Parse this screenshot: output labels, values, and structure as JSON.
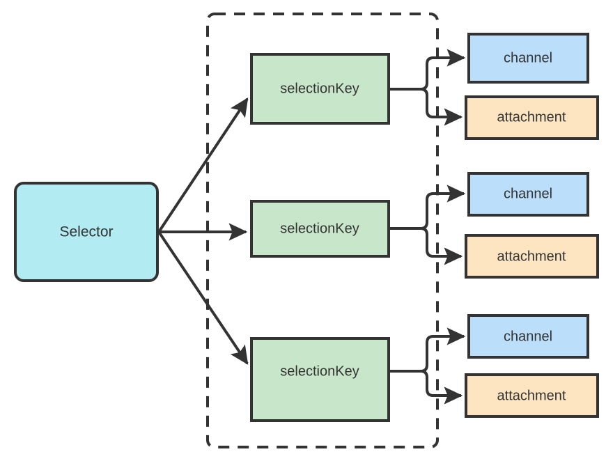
{
  "diagram": {
    "title": "Selector selectionKey channel attachment relationship diagram",
    "colors": {
      "selector_fill": "#b2ebf2",
      "selection_key_fill": "#c8e6c9",
      "channel_fill": "#bbdefb",
      "attachment_fill": "#fce5c0",
      "stroke": "#333333",
      "text": "#333333",
      "background": "#ffffff"
    },
    "selector": {
      "label": "Selector",
      "shape": "rounded-rectangle",
      "fill": "#b2ebf2"
    },
    "group_frame": {
      "style": "dashed",
      "label": ""
    },
    "rows": [
      {
        "selection_key": {
          "label": "selectionKey",
          "fill": "#c8e6c9"
        },
        "channel": {
          "label": "channel",
          "fill": "#bbdefb"
        },
        "attachment": {
          "label": "attachment",
          "fill": "#fce5c0"
        }
      },
      {
        "selection_key": {
          "label": "selectionKey",
          "fill": "#c8e6c9"
        },
        "channel": {
          "label": "channel",
          "fill": "#bbdefb"
        },
        "attachment": {
          "label": "attachment",
          "fill": "#fce5c0"
        }
      },
      {
        "selection_key": {
          "label": "selectionKey",
          "fill": "#c8e6c9"
        },
        "channel": {
          "label": "channel",
          "fill": "#bbdefb"
        },
        "attachment": {
          "label": "attachment",
          "fill": "#fce5c0"
        }
      }
    ]
  }
}
